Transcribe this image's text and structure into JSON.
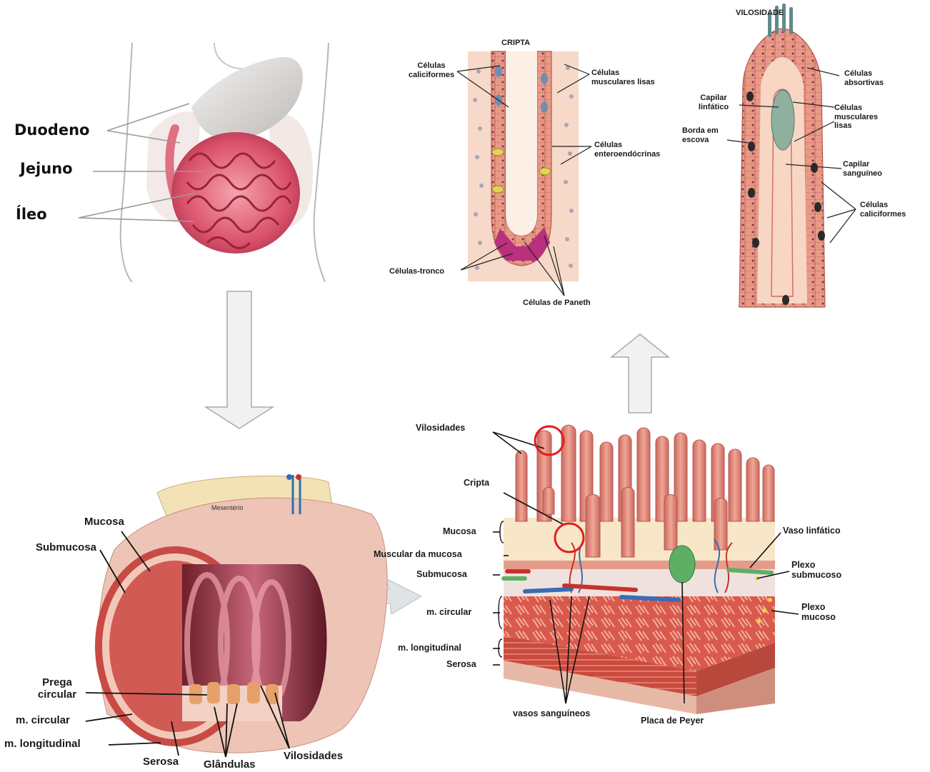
{
  "panels": {
    "abdomen": {
      "labels": [
        "Duodeno",
        "Jejuno",
        "Íleo"
      ]
    },
    "cripta": {
      "title": "CRIPTA",
      "labels": {
        "caliciformes_1": "Células",
        "caliciformes_2": "caliciformes",
        "musculares_1": "Células",
        "musculares_2": "musculares lisas",
        "entero_1": "Células",
        "entero_2": "enteroendócrinas",
        "tronco": "Células-tronco",
        "paneth": "Células de Paneth"
      }
    },
    "vilosidade": {
      "title": "VILOSIDADE",
      "labels": {
        "absortivas_1": "Células",
        "absortivas_2": "absortivas",
        "linfatico_1": "Capilar",
        "linfatico_2": "linfático",
        "musculares_1": "Células",
        "musculares_2": "musculares",
        "musculares_3": "lisas",
        "borda_1": "Borda em",
        "borda_2": "escova",
        "sanguineo_1": "Capilar",
        "sanguineo_2": "sanguíneo",
        "caliciformes_1": "Células",
        "caliciformes_2": "caliciformes"
      }
    },
    "tube": {
      "mesenterio": "Mesentério",
      "labels": {
        "mucosa": "Mucosa",
        "submucosa": "Submucosa",
        "prega_1": "Prega",
        "prega_2": "circular",
        "m_circular": "m. circular",
        "m_longitudinal": "m. longitudinal",
        "serosa": "Serosa",
        "glandulas": "Glândulas",
        "vilosidades": "Vilosidades"
      }
    },
    "block": {
      "labels": {
        "vilosidades": "Vilosidades",
        "cripta": "Cripta",
        "mucosa": "Mucosa",
        "muscular_mucosa": "Muscular da mucosa",
        "submucosa": "Submucosa",
        "m_circular": "m. circular",
        "m_longitudinal": "m. longitudinal",
        "serosa": "Serosa",
        "vasos": "vasos sanguíneos",
        "placa": "Placa de Peyer",
        "vaso_linfatico": "Vaso linfático",
        "plexo_sub_1": "Plexo",
        "plexo_sub_2": "submucoso",
        "plexo_muc_1": "Plexo",
        "plexo_muc_2": "mucoso"
      }
    }
  },
  "colors": {
    "tissue": "#e8a08c",
    "tissue_dark": "#c8564e",
    "intestine": "#d64a5c",
    "stomach": "#d8d6d4",
    "arrow_fill": "#f1f1f1",
    "highlight_circle": "#e31d1d",
    "lymph": "#5fae66",
    "vein": "#3a6bb5",
    "artery": "#c8322c"
  }
}
